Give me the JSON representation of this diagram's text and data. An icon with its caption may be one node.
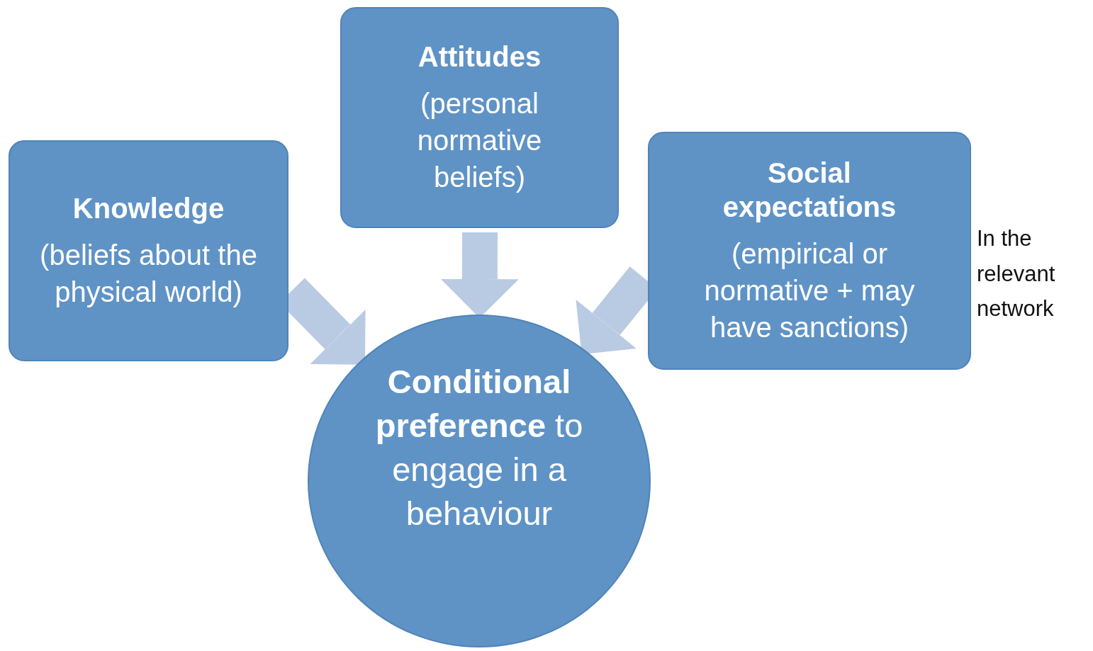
{
  "diagram": {
    "nodes": [
      {
        "text": [
          "Knowledge",
          "(beliefs about the physical world)"
        ]
      },
      {
        "text": [
          "Attitudes",
          "(personal normative beliefs)"
        ]
      },
      {
        "text": [
          "Social expectations",
          "(empirical or normative + may have sanctions)"
        ],
        "beside": [
          "In the relevant network"
        ]
      },
      {
        "text": [
          "**Conditional preference** to engage in a behaviour"
        ]
      }
    ],
    "edges": [
      {
        "from": 0,
        "to": 3,
        "arrow": "to"
      },
      {
        "from": 1,
        "to": 3,
        "arrow": "to"
      },
      {
        "from": 2,
        "to": 3,
        "arrow": "to"
      }
    ]
  }
}
